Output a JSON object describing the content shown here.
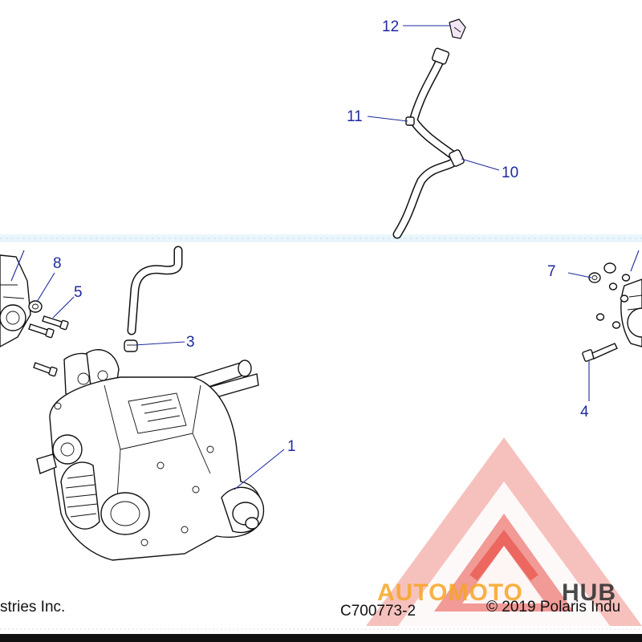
{
  "callouts": {
    "c1": "1",
    "c3": "3",
    "c4": "4",
    "c5": "5",
    "c7": "7",
    "c8": "8",
    "c10": "10",
    "c11": "11",
    "c12": "12"
  },
  "footer": {
    "left": "stries Inc.",
    "center": "C700773-2",
    "right": "© 2019 Polaris Indu"
  },
  "watermark": {
    "text_auto": "AUTOMOTO",
    "text_hub": "HUB",
    "color_red": "#e8554e",
    "color_orange": "#f6a623",
    "color_dark": "#2b2b2b"
  },
  "colors": {
    "callout": "#1f2a9e",
    "line": "#111111"
  }
}
